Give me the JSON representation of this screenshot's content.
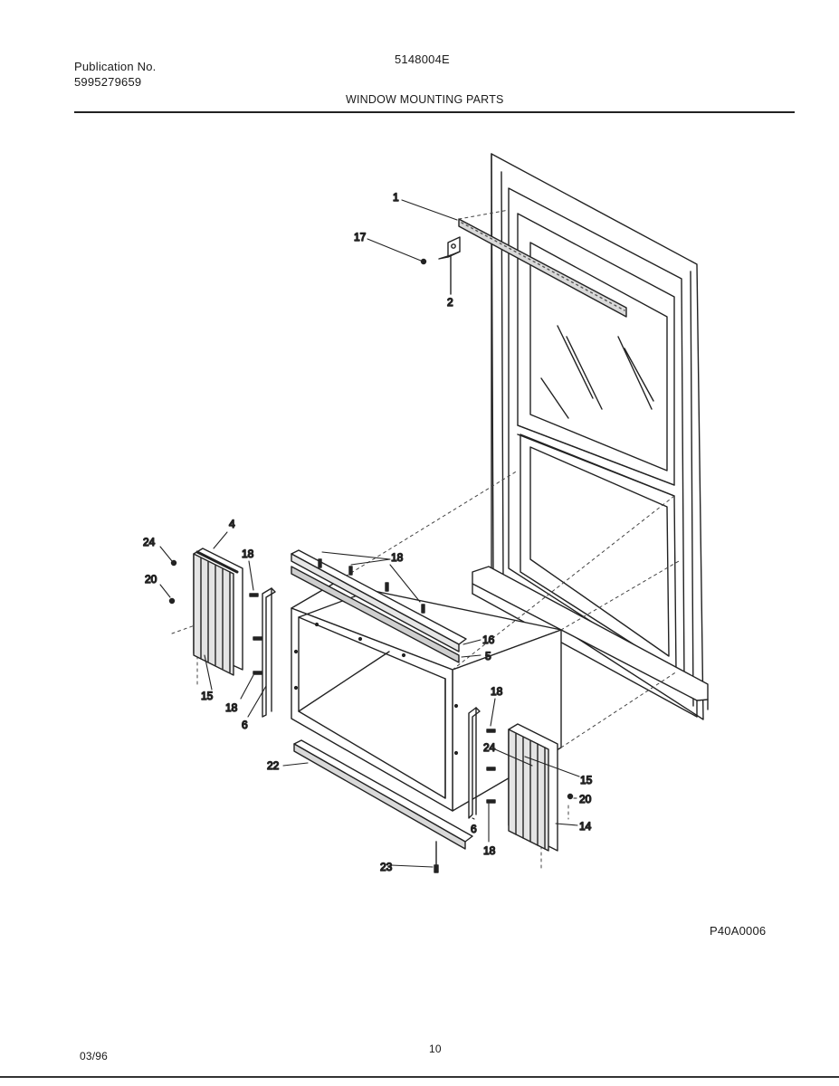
{
  "header": {
    "publication_label": "Publication No.",
    "publication_number": "5995279659",
    "model_number": "5148004E",
    "section_title": "WINDOW MOUNTING PARTS"
  },
  "callouts": {
    "c1": "1",
    "c17": "17",
    "c2": "2",
    "c4": "4",
    "c24a": "24",
    "c20a": "20",
    "c18a": "18",
    "c18b": "18",
    "c15a": "15",
    "c18c": "18",
    "c6a": "6",
    "c16": "16",
    "c5": "5",
    "c18d": "18",
    "c24b": "24",
    "c15b": "15",
    "c20b": "20",
    "c14": "14",
    "c6b": "6",
    "c18e": "18",
    "c22": "22",
    "c23": "23"
  },
  "footer": {
    "drawing_code": "P40A0006",
    "date_code": "03/96",
    "page_number": "10"
  }
}
